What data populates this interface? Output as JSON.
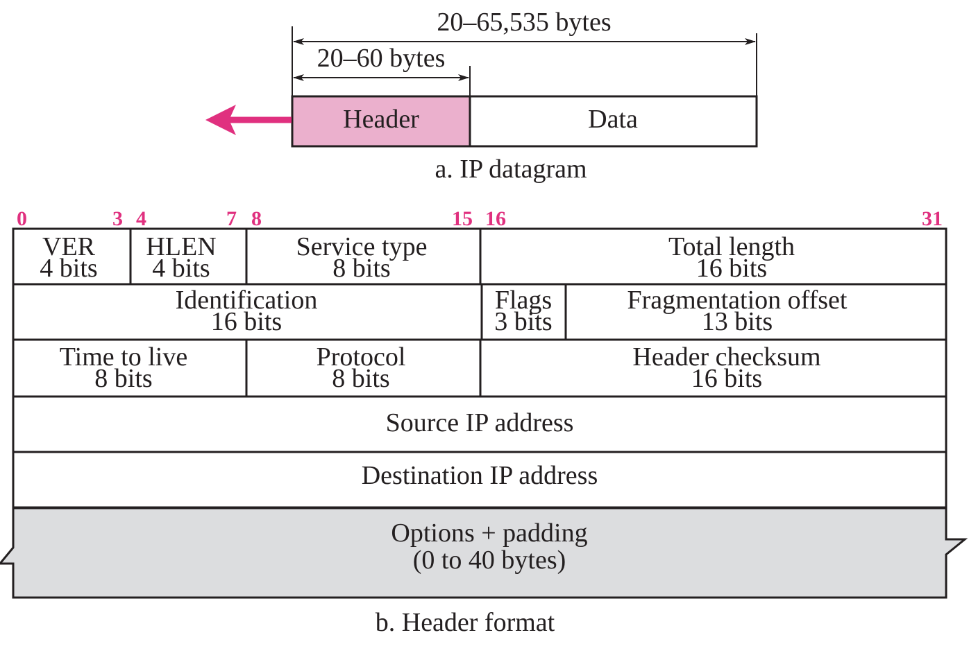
{
  "datagram": {
    "total_range_label": "20–65,535 bytes",
    "header_range_label": "20–60 bytes",
    "header_label": "Header",
    "data_label": "Data",
    "caption": "a. IP datagram",
    "header_fill": "#ebb0cd",
    "arrow_color": "#e0307f"
  },
  "header_format": {
    "bit_numbers": [
      "0",
      "3",
      "4",
      "7",
      "8",
      "15",
      "16",
      "31"
    ],
    "rows": [
      [
        {
          "name": "VER",
          "size": "4 bits"
        },
        {
          "name": "HLEN",
          "size": "4 bits"
        },
        {
          "name": "Service type",
          "size": "8 bits"
        },
        {
          "name": "Total length",
          "size": "16 bits"
        }
      ],
      [
        {
          "name": "Identification",
          "size": "16 bits"
        },
        {
          "name": "Flags",
          "size": "3 bits"
        },
        {
          "name": "Fragmentation offset",
          "size": "13 bits"
        }
      ],
      [
        {
          "name": "Time to live",
          "size": "8 bits"
        },
        {
          "name": "Protocol",
          "size": "8 bits"
        },
        {
          "name": "Header checksum",
          "size": "16 bits"
        }
      ]
    ],
    "source_address": "Source IP address",
    "destination_address": "Destination IP address",
    "options_label": "Options + padding",
    "options_size": "(0 to 40 bytes)",
    "options_fill": "#dcdddf",
    "bit_number_color": "#e0307f",
    "caption": "b. Header format"
  }
}
